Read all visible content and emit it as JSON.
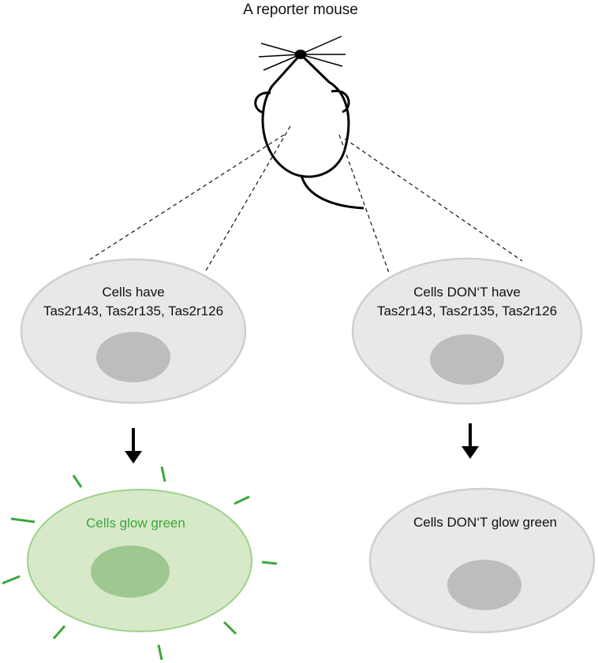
{
  "title": "A reporter mouse",
  "cells": {
    "top_left": {
      "line1": "Cells have",
      "line2": "Tas2r143, Tas2r135, Tas2r126"
    },
    "top_right": {
      "line1": "Cells DON‘T have",
      "line2": "Tas2r143, Tas2r135, Tas2r126"
    },
    "bottom_left": {
      "label": "Cells glow green"
    },
    "bottom_right": {
      "label": "Cells DON‘T glow green"
    }
  },
  "colors": {
    "cell_fill": "#e8e8e8",
    "cell_stroke": "#cfcfcf",
    "nucleus_fill": "#bdbdbd",
    "green_fill": "#d7e9c9",
    "green_stroke": "#9dd18a",
    "green_nucleus": "#9fc790",
    "green_text": "#3aa83a",
    "glow_rays": "#3aa83a"
  }
}
